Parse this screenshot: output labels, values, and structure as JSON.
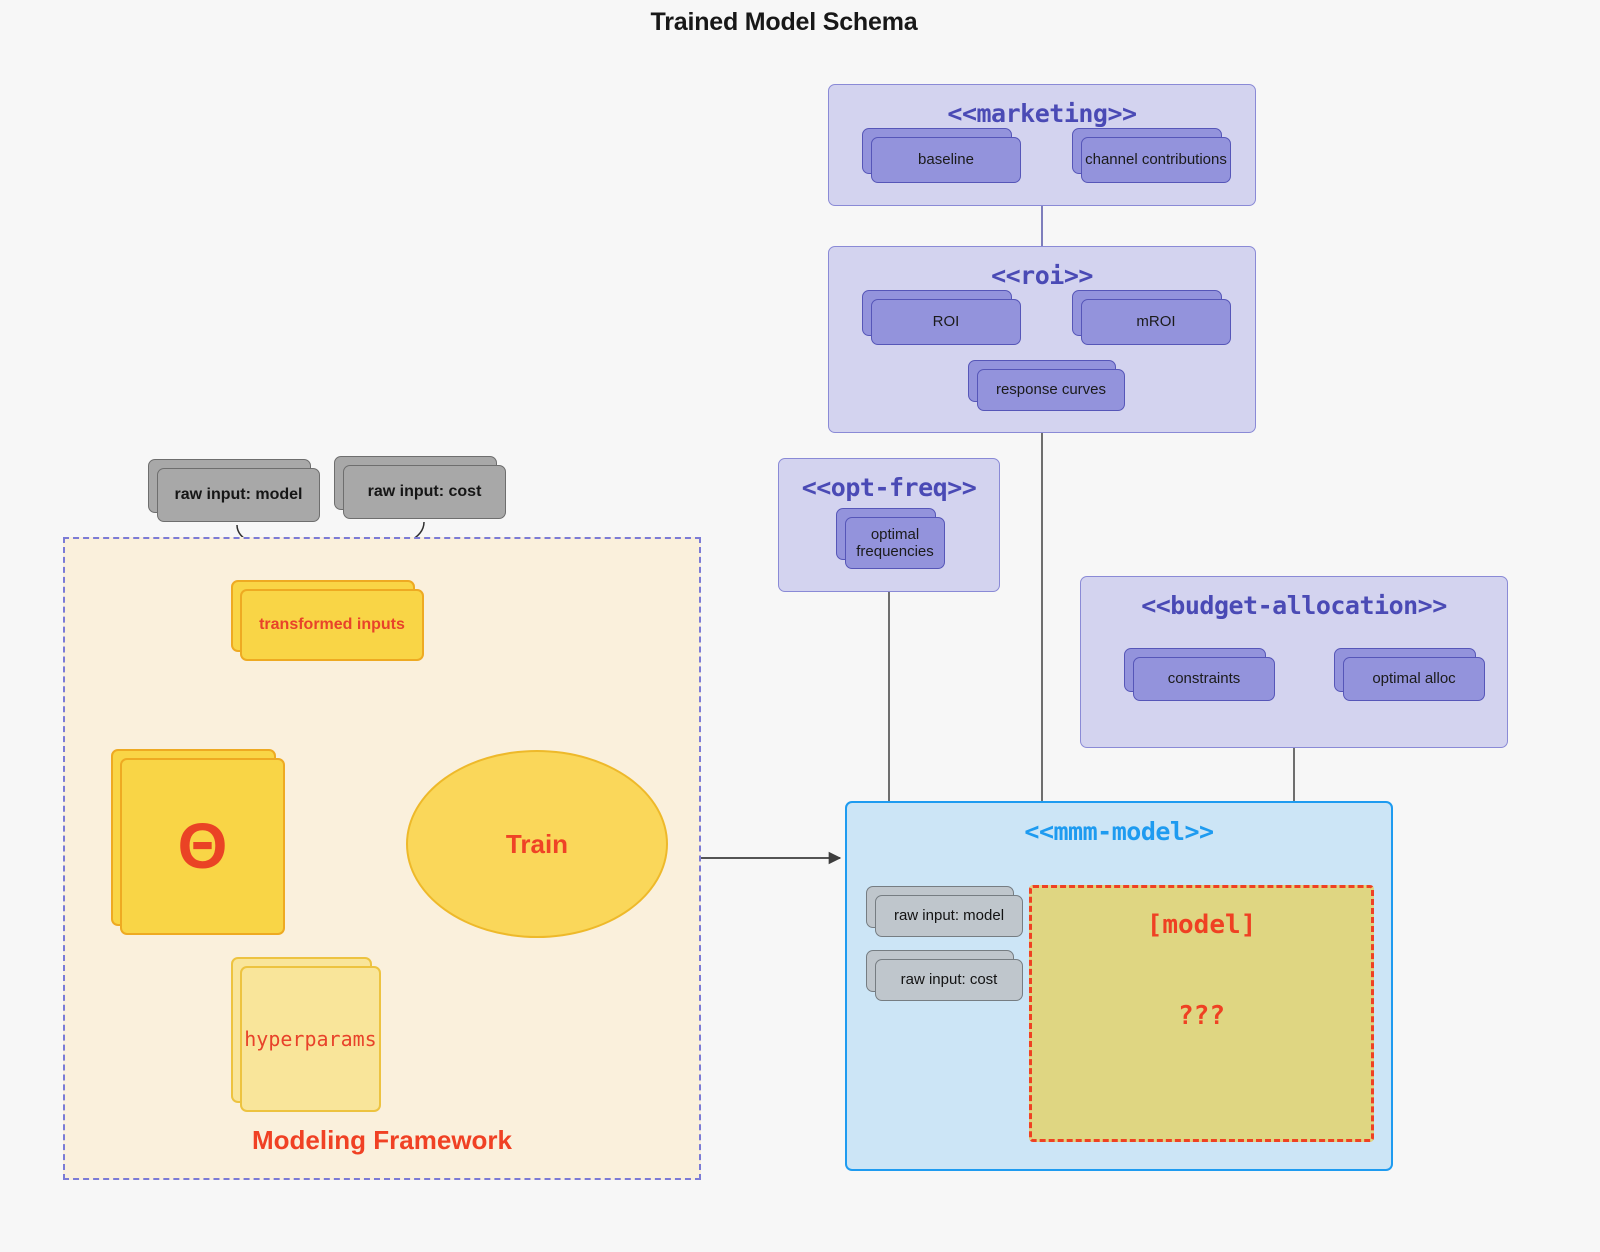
{
  "title": "Trained Model Schema",
  "packages": {
    "marketing": {
      "stereotype": "<<marketing>>",
      "nodes": [
        {
          "label": "baseline"
        },
        {
          "label": "channel contributions"
        }
      ]
    },
    "roi": {
      "stereotype": "<<roi>>",
      "nodes": [
        {
          "label": "ROI"
        },
        {
          "label": "mROI"
        },
        {
          "label": "response curves"
        }
      ]
    },
    "opt_freq": {
      "stereotype": "<<opt-freq>>",
      "nodes": [
        {
          "label": "optimal\nfrequencies"
        }
      ]
    },
    "budget_allocation": {
      "stereotype": "<<budget-allocation>>",
      "nodes": [
        {
          "label": "constraints"
        },
        {
          "label": "optimal alloc"
        }
      ]
    },
    "mmm_model": {
      "stereotype": "<<mmm-model>>",
      "nodes": [
        {
          "label": "raw input: model"
        },
        {
          "label": "raw input: cost"
        }
      ],
      "model_box": {
        "label": "[model]",
        "unknown": "???"
      }
    }
  },
  "framework": {
    "label": "Modeling Framework",
    "raw_inputs": [
      {
        "label": "raw input: model"
      },
      {
        "label": "raw input: cost"
      }
    ],
    "transformed_inputs": "transformed inputs",
    "theta": "Θ",
    "hyperparams": "hyperparams",
    "train": "Train"
  },
  "colors": {
    "background": "#f7f7f7",
    "package_fill": "#d3d3ef",
    "package_stroke": "#8a8ad6",
    "package_title": "#4a4ab5",
    "node_fill": "#9393dc",
    "node_stroke": "#5656b8",
    "gray_fill": "#a8a8a8",
    "gray_stroke": "#6e6e6e",
    "light_gray_fill": "#bfc6cc",
    "framework_fill": "#faf0dc",
    "framework_stroke": "#7b7bd6",
    "deep_yellow_fill": "#f9d546",
    "deep_yellow_stroke": "#eeaa22",
    "light_yellow_fill": "#f9e59a",
    "light_yellow_stroke": "#edc340",
    "accent_red": "#ef4123",
    "mmm_fill": "#cce5f6",
    "mmm_stroke": "#1e9bf0",
    "model_fill": "#dfd682",
    "edge_gray": "#4b4b4b"
  }
}
